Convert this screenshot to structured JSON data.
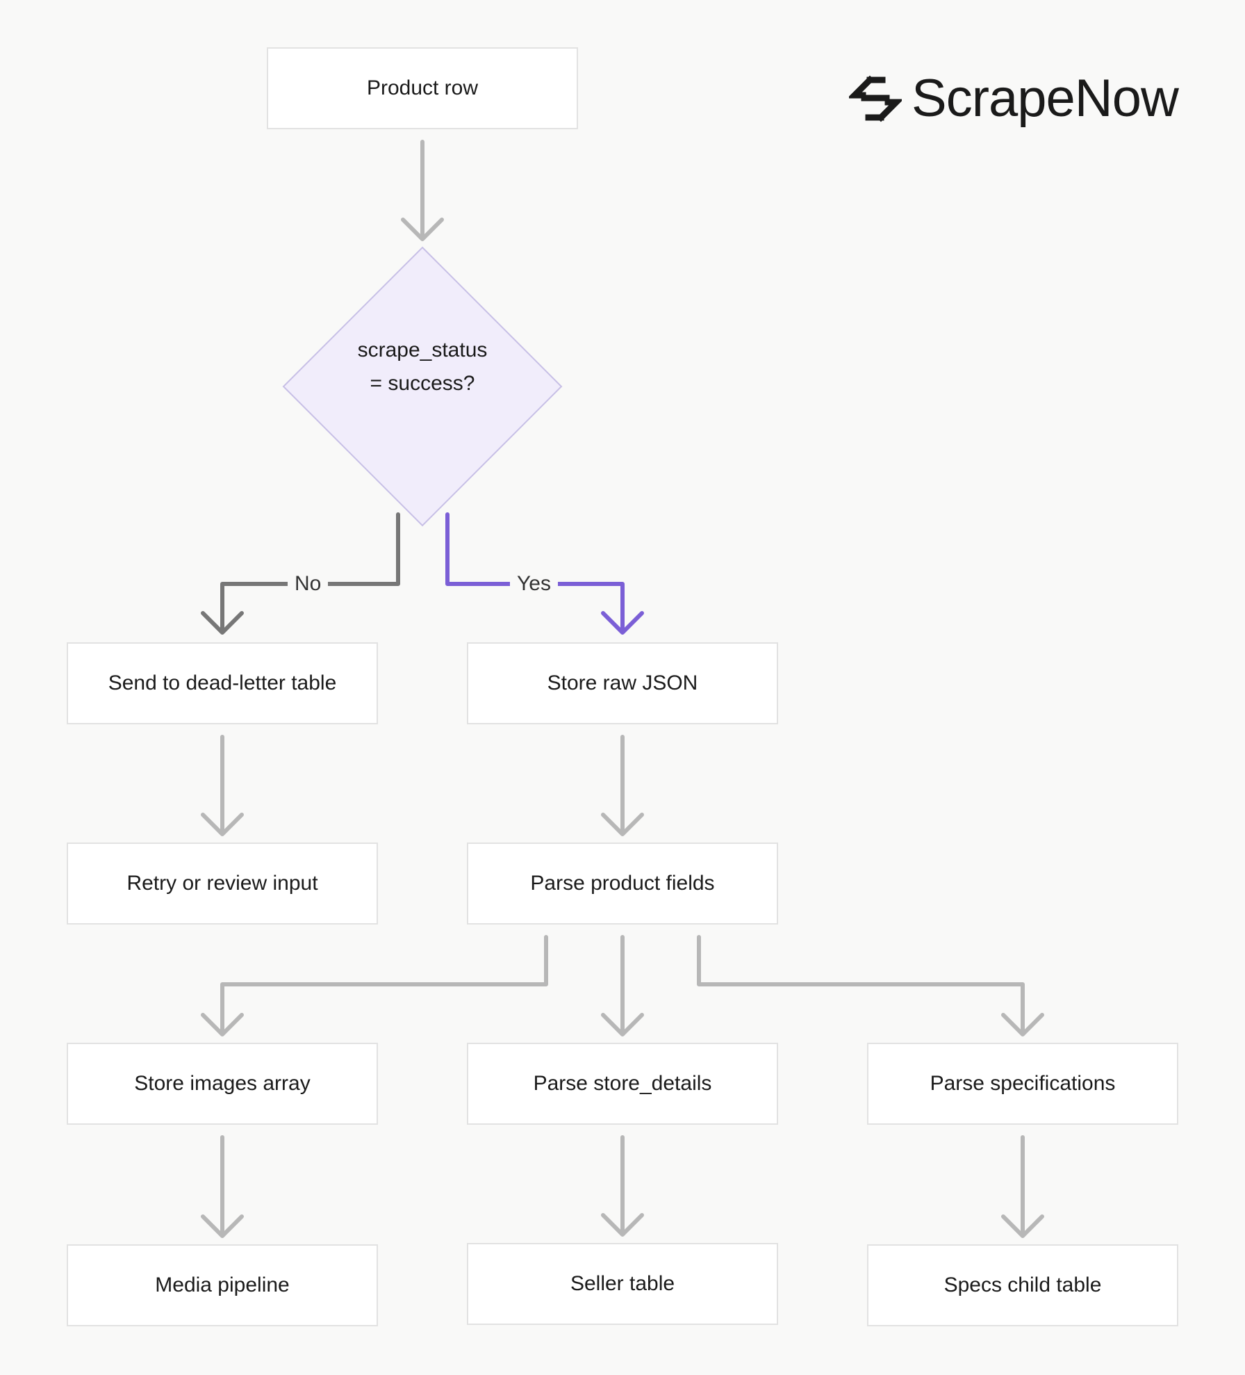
{
  "brand": {
    "name": "ScrapeNow",
    "logo_icon": "scrapenow-s-icon"
  },
  "colors": {
    "background": "#f9f9f8",
    "node_border": "#e2e2e2",
    "decision_fill": "#f1edfb",
    "decision_border": "#c7bfe6",
    "yes_path": "#7b5fd6",
    "no_path": "#777777",
    "connector": "#b7b7b7"
  },
  "nodes": {
    "product_row": "Product row",
    "decision": "scrape_status = success?",
    "dead_letter": "Send to dead-letter table",
    "retry": "Retry or review input",
    "store_raw": "Store raw JSON",
    "parse_fields": "Parse product fields",
    "store_images": "Store images array",
    "parse_store": "Parse store_details",
    "parse_specs": "Parse specifications",
    "media": "Media pipeline",
    "seller": "Seller table",
    "specs_child": "Specs child table"
  },
  "edges": {
    "no_label": "No",
    "yes_label": "Yes"
  }
}
